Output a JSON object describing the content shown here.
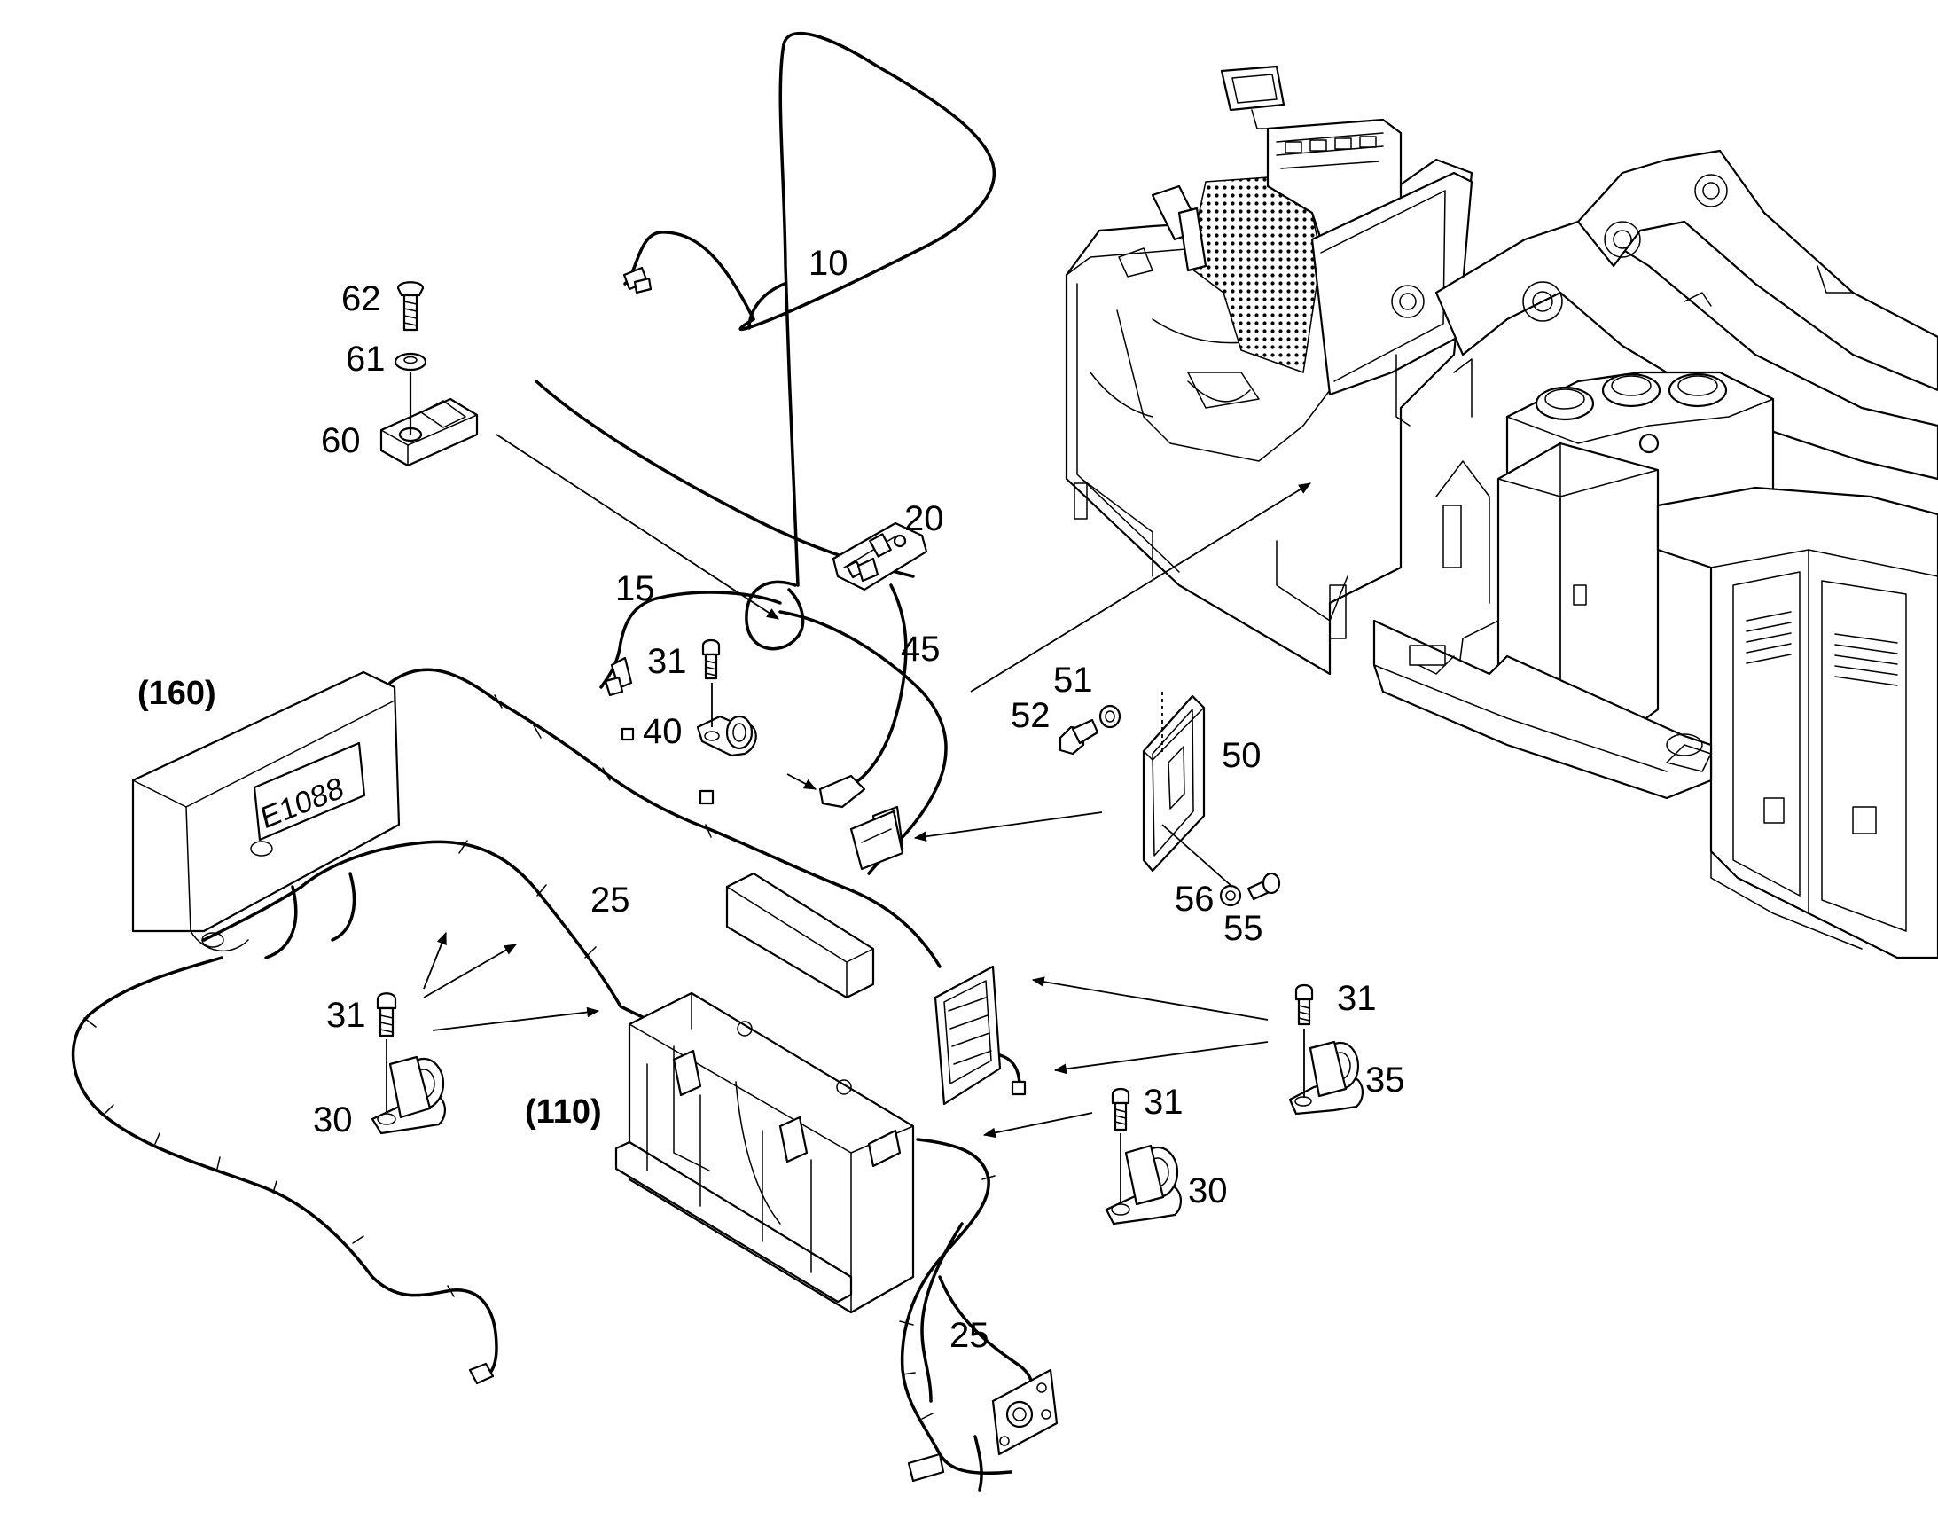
{
  "callouts": [
    {
      "id": "c10",
      "text": "10"
    },
    {
      "id": "c15",
      "text": "15"
    },
    {
      "id": "c20",
      "text": "20"
    },
    {
      "id": "c25a",
      "text": "25"
    },
    {
      "id": "c25b",
      "text": "25"
    },
    {
      "id": "c30a",
      "text": "30"
    },
    {
      "id": "c30b",
      "text": "30"
    },
    {
      "id": "c31a",
      "text": "31"
    },
    {
      "id": "c31b",
      "text": "31"
    },
    {
      "id": "c31c",
      "text": "31"
    },
    {
      "id": "c31d",
      "text": "31"
    },
    {
      "id": "c35",
      "text": "35"
    },
    {
      "id": "c40",
      "text": "40"
    },
    {
      "id": "c45",
      "text": "45"
    },
    {
      "id": "c50",
      "text": "50"
    },
    {
      "id": "c51",
      "text": "51"
    },
    {
      "id": "c52",
      "text": "52"
    },
    {
      "id": "c55",
      "text": "55"
    },
    {
      "id": "c56",
      "text": "56"
    },
    {
      "id": "c60",
      "text": "60"
    },
    {
      "id": "c61",
      "text": "61"
    },
    {
      "id": "c62",
      "text": "62"
    }
  ],
  "assembly_refs": [
    {
      "id": "a160",
      "text": "(160)"
    },
    {
      "id": "a110",
      "text": "(110)"
    }
  ],
  "box_label": "E1088"
}
